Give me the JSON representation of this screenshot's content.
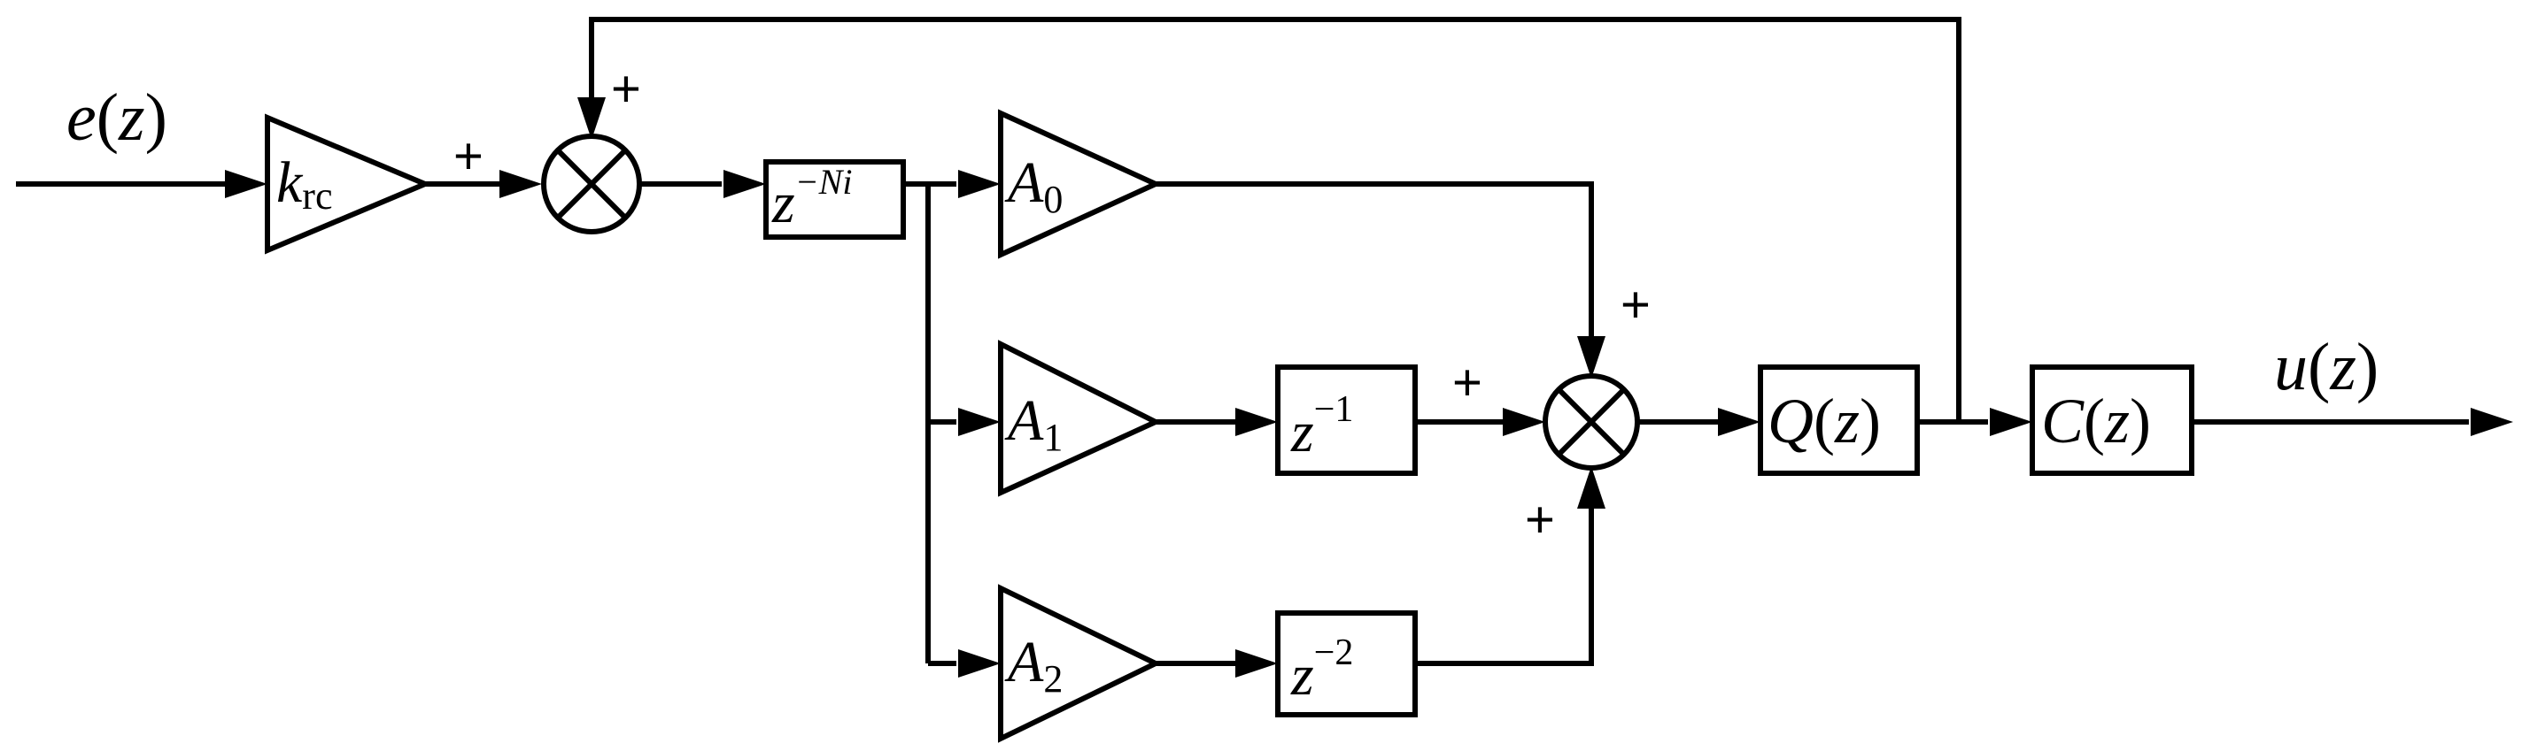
{
  "signals": {
    "input": {
      "main": "e",
      "paren_open": "(",
      "var": "z",
      "paren_close": ")"
    },
    "output": {
      "main": "u",
      "paren_open": "(",
      "var": "z",
      "paren_close": ")"
    }
  },
  "blocks": {
    "gain_krc": {
      "main": "k",
      "sub": "rc"
    },
    "delay_N": {
      "base": "z",
      "exp": "−Ni"
    },
    "gain_A0": {
      "main": "A",
      "sub": "0"
    },
    "gain_A1": {
      "main": "A",
      "sub": "1"
    },
    "gain_A2": {
      "main": "A",
      "sub": "2"
    },
    "delay_1": {
      "base": "z",
      "exp": "−1"
    },
    "delay_2": {
      "base": "z",
      "exp": "−2"
    },
    "filter_Q": {
      "main": "Q",
      "paren_open": "(",
      "var": "z",
      "paren_close": ")"
    },
    "comp_C": {
      "main": "C",
      "paren_open": "(",
      "var": "z",
      "paren_close": ")"
    }
  },
  "signs": {
    "sum1_left": "+",
    "sum1_top": "+",
    "sum2_top": "+",
    "sum2_left": "+",
    "sum2_bottom": "+"
  }
}
